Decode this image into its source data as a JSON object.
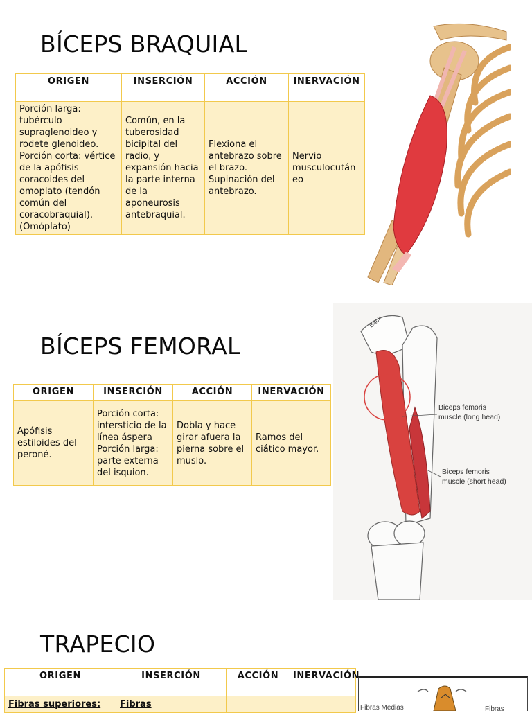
{
  "sections": [
    {
      "title": "BÍCEPS BRAQUIAL",
      "headers": [
        "ORIGEN",
        "INSERCIÓN",
        "ACCIÓN",
        "INERVACIÓN"
      ],
      "cells": [
        "Porción larga:\ntubérculo supraglenoideo y rodete glenoideo.\nPorción corta: vértice de la apófisis coracoides del omoplato (tendón común del coracobraquial).\n(Omóplato)",
        "Común, en la tuberosidad bicipital del radio, y expansión hacia la parte interna de la aponeurosis antebraquial.",
        "Flexiona el antebrazo sobre el brazo. Supinación del antebrazo.",
        "Nervio musculocutáneo"
      ]
    },
    {
      "title": "BÍCEPS FEMORAL",
      "headers": [
        "ORIGEN",
        "INSERCIÓN",
        "ACCIÓN",
        "INERVACIÓN"
      ],
      "cells": [
        "Apófisis estiloides del peroné.",
        "Porción corta: intersticio de la línea áspera\nPorción larga: parte externa del isquion.",
        "Dobla y hace girar afuera la pierna sobre el muslo.",
        "Ramos del ciático mayor."
      ],
      "figure_labels": {
        "long_head": [
          "Biceps femoris",
          "muscle (long head)"
        ],
        "short_head": [
          "Biceps femoris",
          "muscle (short head)"
        ],
        "back": "Back"
      }
    },
    {
      "title": "TRAPECIO",
      "headers": [
        "ORIGEN",
        "INSERCIÓN",
        "ACCIÓN",
        "INERVACIÓN"
      ],
      "cells": [
        "Fibras superiores:",
        "Fibras",
        "",
        ""
      ],
      "figure_labels": {
        "left": "Fibras Medias",
        "right": "Fibras"
      }
    }
  ],
  "colors": {
    "header_bg": "#ffffff",
    "cell_bg": "#fdf0c8",
    "border": "#f2c94c",
    "muscle_red": "#e03a3f",
    "bone": "#e7c28c"
  }
}
